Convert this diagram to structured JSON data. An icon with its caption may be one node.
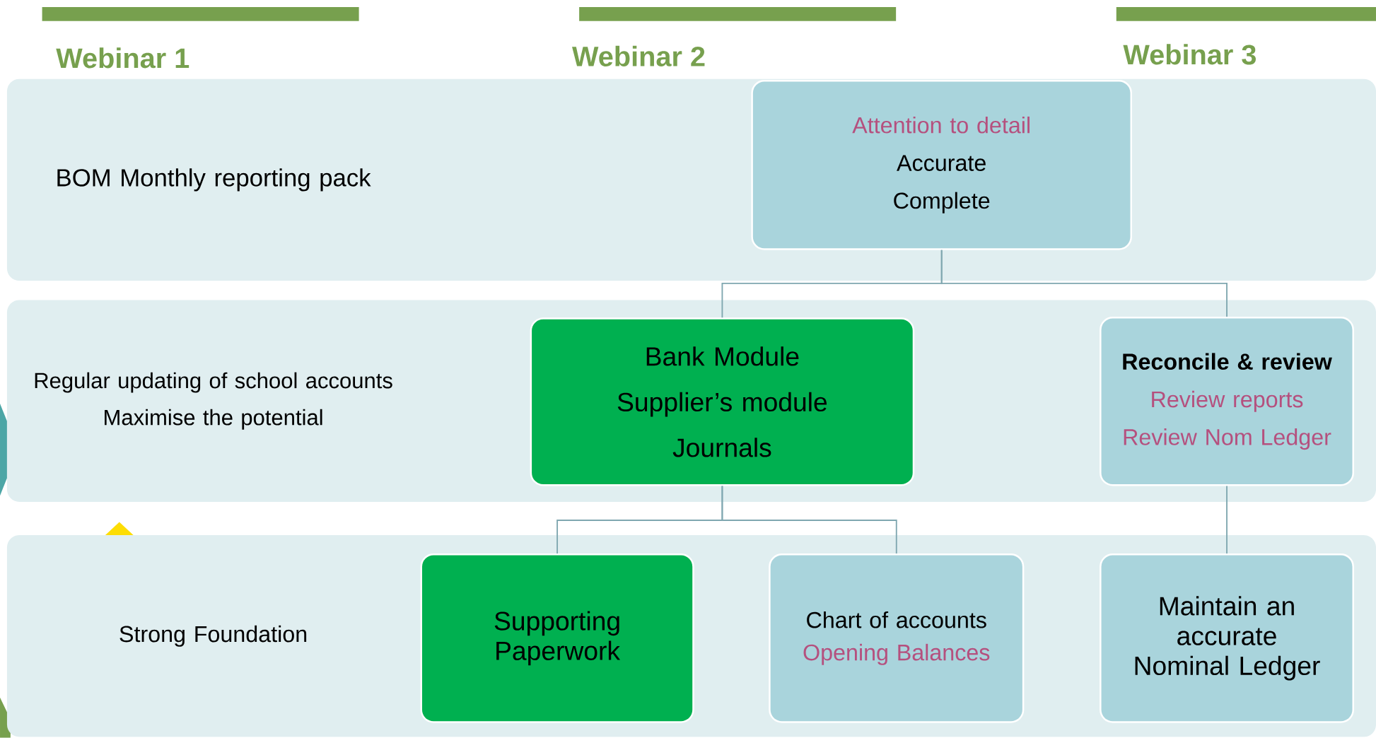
{
  "diagram": {
    "nodes": [
      {
        "text": [
          "BOM Monthly reporting pack"
        ]
      },
      {
        "text": [
          "Regular updating of school accounts",
          "Maximise the potential"
        ]
      },
      {
        "text": [
          "Strong Foundation"
        ]
      },
      {
        "text": [
          "Attention to detail",
          "Accurate",
          "Complete"
        ],
        "in": 0
      },
      {
        "text": [
          "Bank Module",
          "Supplier’s module",
          "Journals"
        ],
        "in": 1
      },
      {
        "text": [
          "Reconcile & review",
          "Review reports",
          "Review Nom Ledger"
        ],
        "in": 1
      },
      {
        "text": [
          "Supporting Paperwork"
        ],
        "in": 2
      },
      {
        "text": [
          "Chart of accounts",
          "Opening Balances"
        ],
        "in": 2
      },
      {
        "text": [
          "Maintain an accurate Nominal Ledger"
        ],
        "in": 2
      }
    ],
    "edges": [
      {
        "from": 3,
        "to": 4,
        "arrow": "none"
      },
      {
        "from": 3,
        "to": 5,
        "arrow": "none"
      },
      {
        "from": 4,
        "to": 6,
        "arrow": "none"
      },
      {
        "from": 4,
        "to": 7,
        "arrow": "none"
      },
      {
        "from": 5,
        "to": 8,
        "arrow": "none"
      }
    ],
    "labels": [
      "Webinar 1",
      "Webinar 2",
      "Webinar 3"
    ]
  }
}
